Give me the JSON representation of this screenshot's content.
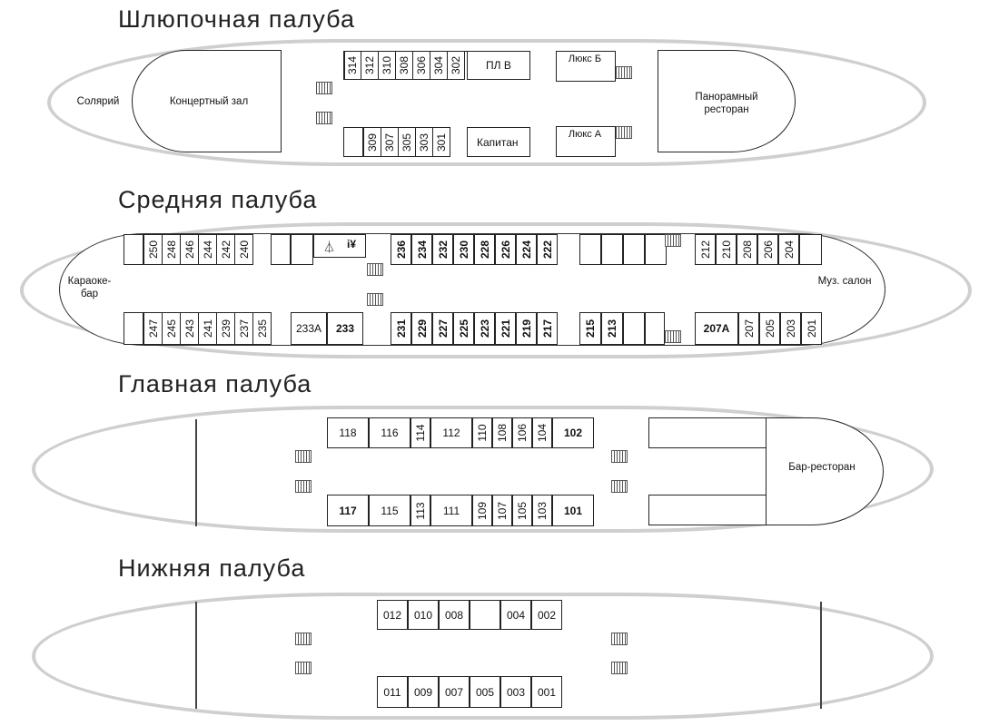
{
  "decks": {
    "boat": {
      "title": "Шлюпочная палуба",
      "labels": {
        "solarium": "Солярий",
        "concert": "Концертный зал",
        "panorama": "Панорамный ресторан",
        "lux_b": "Люкс Б",
        "lux_a": "Люкс А",
        "pl_v": "ПЛ В",
        "captain": "Капитан"
      },
      "top": [
        "314",
        "312",
        "310",
        "308",
        "306",
        "304",
        "302"
      ],
      "bottom": [
        "309",
        "307",
        "305",
        "303",
        "301"
      ]
    },
    "middle": {
      "title": "Средняя палуба",
      "labels": {
        "karaoke": "Караоке-бар",
        "music": "Муз. салон"
      },
      "top_left": [
        "250",
        "248",
        "246",
        "244",
        "242",
        "240"
      ],
      "top_mid": [
        "236",
        "234",
        "232",
        "230",
        "228",
        "226",
        "224",
        "222"
      ],
      "top_right": [
        "212",
        "210",
        "208",
        "206",
        "204"
      ],
      "bottom_left": [
        "247",
        "245",
        "243",
        "241",
        "239",
        "237",
        "235"
      ],
      "bottom_named": [
        "233A",
        "233"
      ],
      "bottom_mid": [
        "231",
        "229",
        "227",
        "225",
        "223",
        "221",
        "219",
        "217"
      ],
      "bottom_mid2": [
        "215",
        "213"
      ],
      "bottom_right_named": "207A",
      "bottom_right": [
        "207",
        "205",
        "203",
        "201"
      ]
    },
    "main": {
      "title": "Главная палуба",
      "labels": {
        "bar": "Бар-ресторан"
      },
      "top": [
        {
          "n": "118",
          "o": "h"
        },
        {
          "n": "116",
          "o": "h"
        },
        {
          "n": "114",
          "o": "v"
        },
        {
          "n": "112",
          "o": "h"
        },
        {
          "n": "110",
          "o": "v"
        },
        {
          "n": "108",
          "o": "v"
        },
        {
          "n": "106",
          "o": "v"
        },
        {
          "n": "104",
          "o": "v"
        },
        {
          "n": "102",
          "o": "h"
        }
      ],
      "bottom": [
        {
          "n": "117",
          "o": "h"
        },
        {
          "n": "115",
          "o": "h"
        },
        {
          "n": "113",
          "o": "v"
        },
        {
          "n": "111",
          "o": "h"
        },
        {
          "n": "109",
          "o": "v"
        },
        {
          "n": "107",
          "o": "v"
        },
        {
          "n": "105",
          "o": "v"
        },
        {
          "n": "103",
          "o": "v"
        },
        {
          "n": "101",
          "o": "h"
        }
      ]
    },
    "lower": {
      "title": "Нижняя палуба",
      "top": [
        "012",
        "010",
        "008",
        "",
        "004",
        "002"
      ],
      "bottom": [
        "011",
        "009",
        "007",
        "005",
        "003",
        "001"
      ]
    }
  },
  "icons": {
    "stairs": "stairs-icon",
    "shower": "shower-icon",
    "wc": "wc-icon"
  },
  "colors": {
    "hull": "#cfcfcf",
    "line": "#222222"
  }
}
